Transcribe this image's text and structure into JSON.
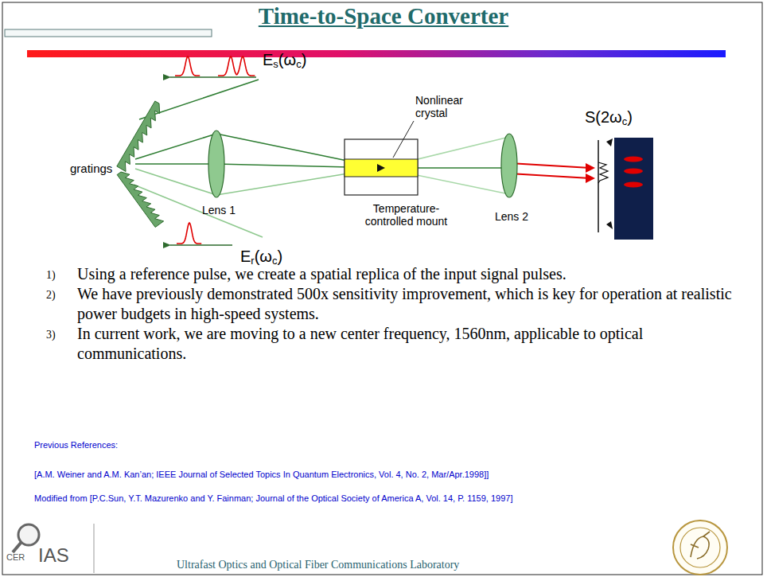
{
  "diagram": {
    "title": "Time-to-Space Converter",
    "labels": [
      "gratings",
      "Es(ωc)",
      "Nonlinear crystal",
      "S(2ωc)",
      "Lens 1",
      "Temperature-controlled mount",
      "Lens 2",
      "Er(ωc)",
      "1)",
      "Using a reference pulse, we create a spatial replica of the input signal pulses.",
      "2)",
      "We have previously demonstrated 500x sensitivity improvement, which is key for operation at realistic power budgets in high-speed systems.",
      "3)",
      "In current work, we are moving to a new center frequency, 1560nm, applicable to optical communications.",
      "Previous References:",
      "[A.M. Weiner and A.M. Kan’an; IEEE Journal of Selected Topics In Quantum Electronics, Vol. 4, No. 2, Mar/Apr.1998]]",
      "Modified from [P.C.Sun, Y.T. Mazurenko and Y. Fainman; Journal of the Optical Society of America A, Vol. 14, P. 1159, 1997]",
      "CER",
      "IAS",
      "Ultrafast Optics and Optical Fiber Communications Laboratory"
    ]
  }
}
